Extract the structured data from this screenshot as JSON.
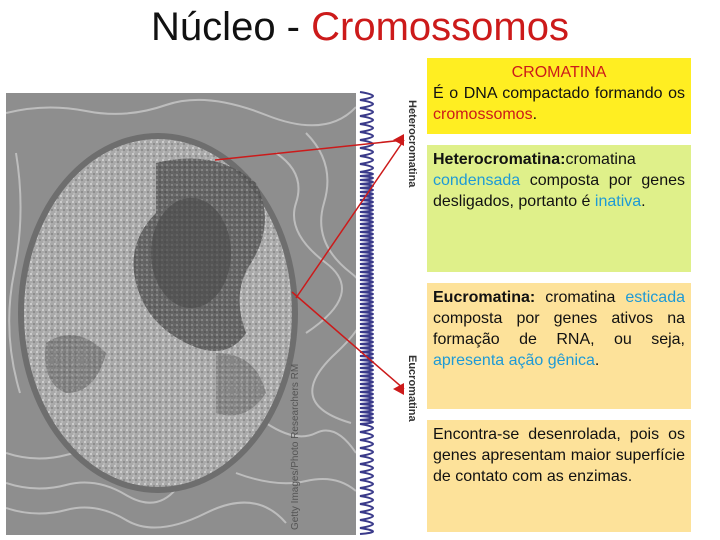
{
  "title": {
    "part1": "Núcleo - ",
    "part2": "Cromossomos"
  },
  "photo": {
    "credit": "Getty Images/Photo Researchers RM"
  },
  "coil": {
    "label_top": "Heterocromatina",
    "label_bottom": "Eucromatina"
  },
  "boxes": {
    "cromatina": {
      "heading": "CROMATINA",
      "text1": "É o DNA compactado formando os ",
      "highlight": "cromossomos",
      "text2": "."
    },
    "heterocromatina": {
      "term": "Heterocromatina:",
      "text1": "cromatina ",
      "highlight1": "condensada",
      "text2": " composta por genes desligados, portanto é ",
      "highlight2": "inativa",
      "text3": "."
    },
    "eucromatina": {
      "term": "Eucromatina:",
      "text1": " cromatina ",
      "highlight1": "esticada",
      "text2": " composta por genes ativos na formação de RNA, ou seja, ",
      "highlight2": "apresenta ação gênica",
      "text3": "."
    },
    "desenrolada": {
      "text": "Encontra-se desenrolada, pois os genes apresentam maior superfície de contato com as enzimas."
    }
  },
  "colors": {
    "accent": "#cc1a1a",
    "highlight_blue": "#1e9ad6",
    "box_yellow": "#ffee22",
    "box_green": "#dff08a",
    "box_peach": "#fde29a"
  }
}
